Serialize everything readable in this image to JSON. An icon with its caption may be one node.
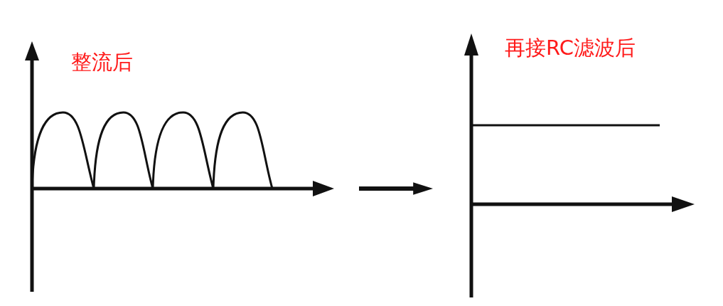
{
  "diagram": {
    "nodes": [
      {
        "text": [
          "整流后"
        ]
      },
      {
        "text": [
          "再接RC滤波后"
        ]
      }
    ],
    "edges": [
      {
        "from": 0,
        "to": 1,
        "arrow": "to"
      }
    ]
  }
}
